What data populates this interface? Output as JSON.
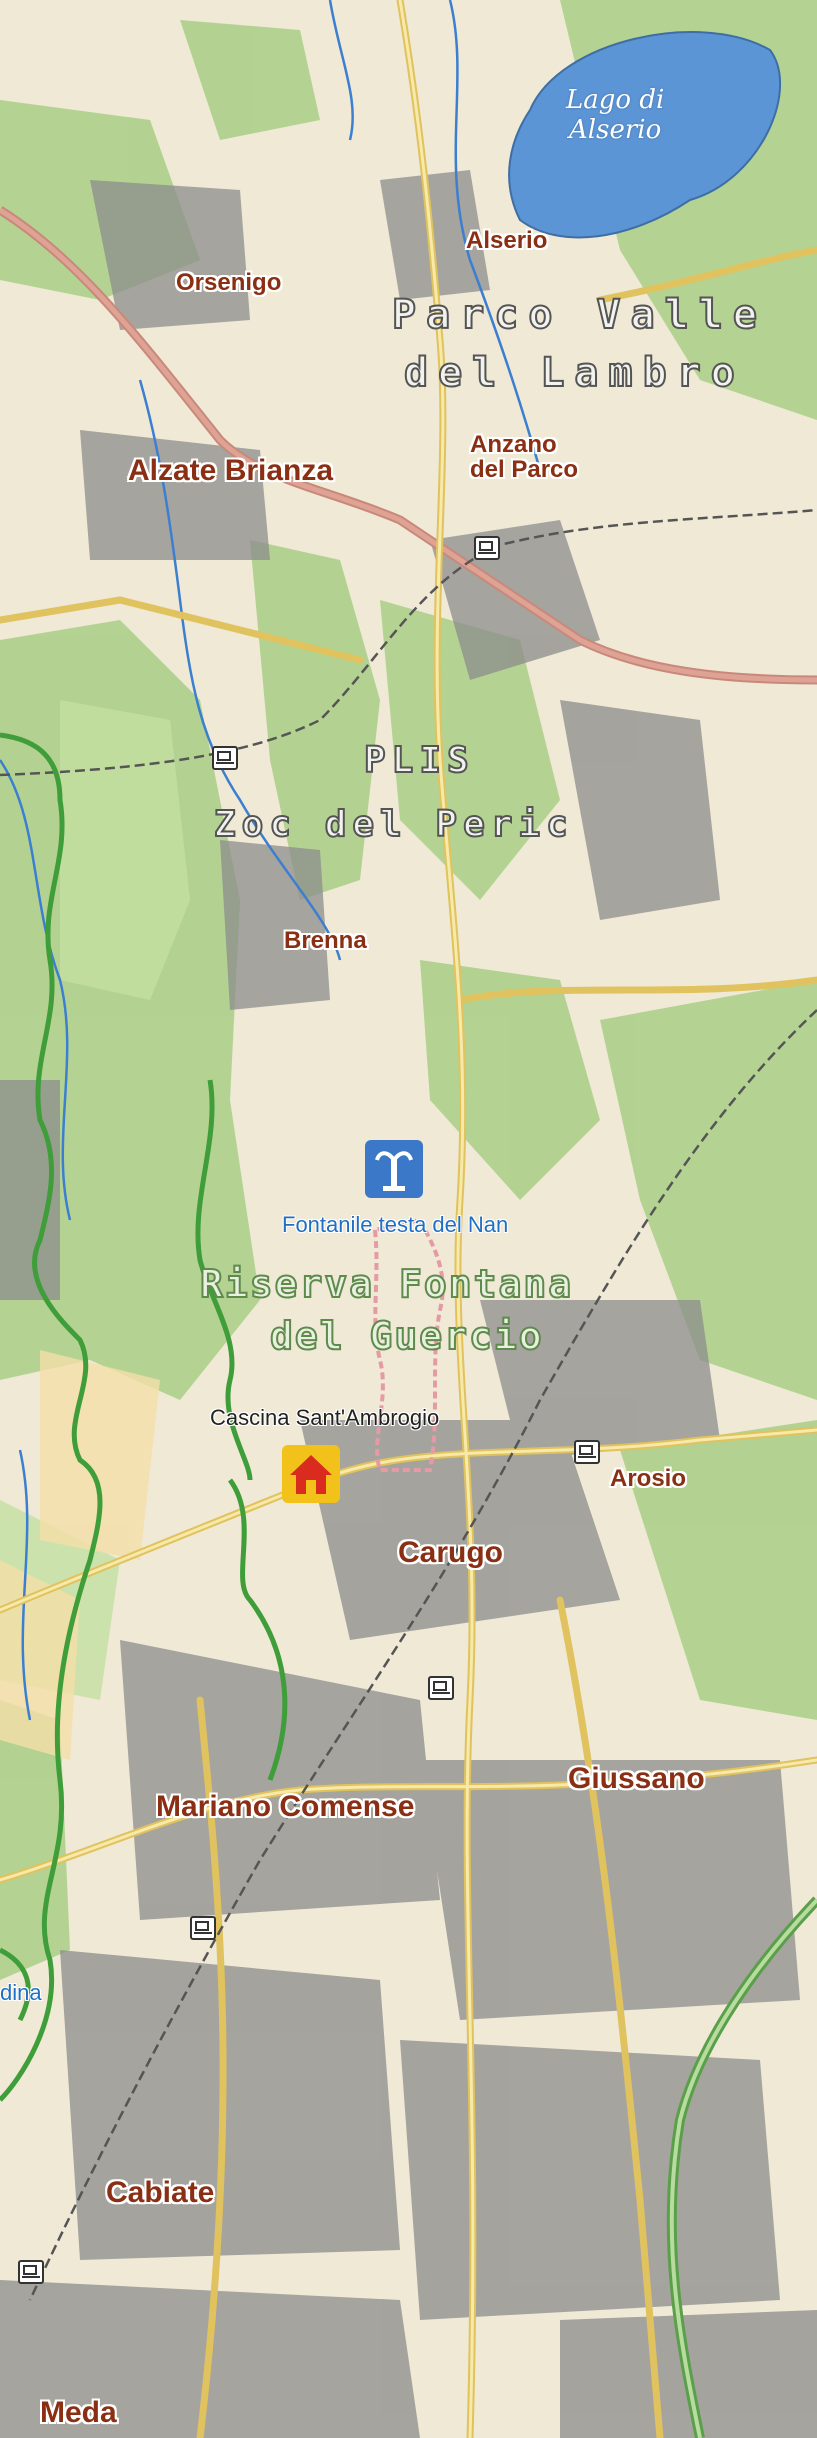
{
  "map": {
    "lake_label": "Lago di\nAlserio",
    "towns": {
      "alserio": "Alserio",
      "orsenigo": "Orsenigo",
      "alzate": "Alzate Brianza",
      "anzano": "Anzano\ndel Parco",
      "brenna": "Brenna",
      "arosio": "Arosio",
      "carugo": "Carugo",
      "giussano": "Giussano",
      "mariano": "Mariano Comense",
      "cabiate": "Cabiate",
      "meda": "Meda"
    },
    "parks": {
      "valle_lambro_1": "Parco Valle",
      "valle_lambro_2": "del Lambro",
      "plis_1": "PLIS",
      "plis_2": "Zoc del Peric",
      "riserva_1": "Riserva Fontana",
      "riserva_2": "del Guercio"
    },
    "poi": {
      "fontanile": "Fontanile testa del Nan",
      "cascina": "Cascina Sant'Ambrogio",
      "edge_text": "dina"
    },
    "icons": [
      "train-station-icon",
      "fountain-icon",
      "house-icon"
    ],
    "colors": {
      "land": "#efe9d6",
      "forest": "#a9cf86",
      "urban": "#8c8c8c",
      "main_road": "#d07a6a",
      "road": "#f3dd8a",
      "water": "#5b95d6",
      "park_boundary": "#3f9e3a",
      "reserve_boundary": "#e59aa6",
      "railway": "#555555",
      "town_label": "#8a2f14"
    }
  }
}
